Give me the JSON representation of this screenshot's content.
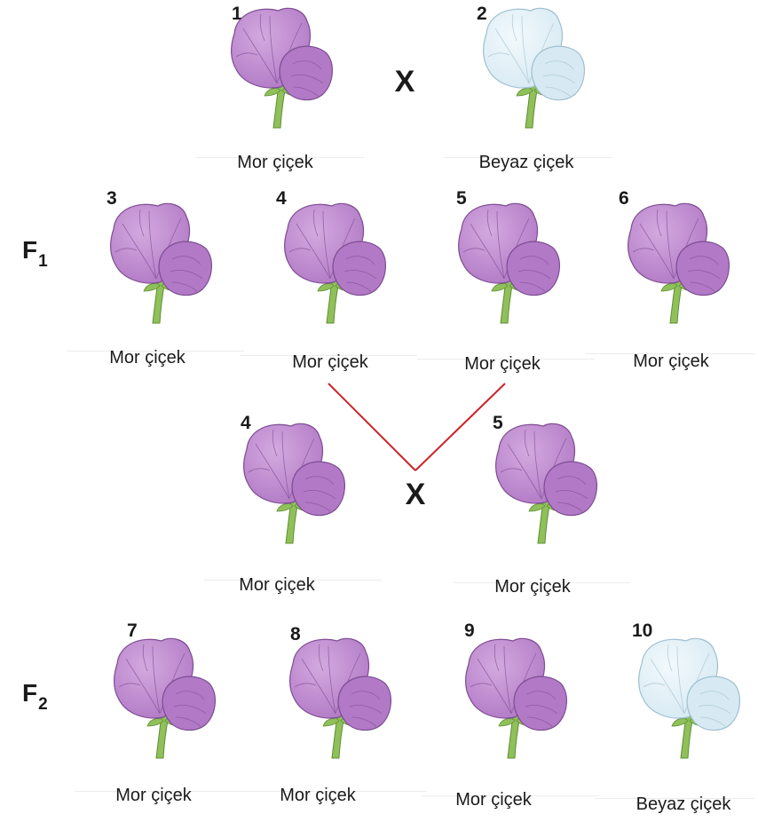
{
  "crosses": {
    "top": "X",
    "middle": "X"
  },
  "generations": [
    {
      "label": "F",
      "sub": "1"
    },
    {
      "label": "F",
      "sub": "2"
    }
  ],
  "plants": [
    {
      "num": "1",
      "caption": "Mor çiçek",
      "color": "purple"
    },
    {
      "num": "2",
      "caption": "Beyaz çiçek",
      "color": "white"
    },
    {
      "num": "3",
      "caption": "Mor çiçek",
      "color": "purple"
    },
    {
      "num": "4",
      "caption": "Mor çiçek",
      "color": "purple"
    },
    {
      "num": "5",
      "caption": "Mor çiçek",
      "color": "purple"
    },
    {
      "num": "6",
      "caption": "Mor çiçek",
      "color": "purple"
    },
    {
      "num": "4",
      "caption": "Mor çiçek",
      "color": "purple"
    },
    {
      "num": "5",
      "caption": "Mor çiçek",
      "color": "purple"
    },
    {
      "num": "7",
      "caption": "Mor çiçek",
      "color": "purple"
    },
    {
      "num": "8",
      "caption": "Mor çiçek",
      "color": "purple"
    },
    {
      "num": "9",
      "caption": "Mor çiçek",
      "color": "purple"
    },
    {
      "num": "10",
      "caption": "Beyaz çiçek",
      "color": "white"
    }
  ],
  "colors": {
    "purple_petal": "#b27ac6",
    "purple_petal_light": "#d3a9df",
    "purple_vein": "#7d4c92",
    "white_petal": "#d7eaf3",
    "white_petal_light": "#f2f9fc",
    "white_vein": "#9fbfcf",
    "stem": "#8fc05a",
    "stem_dark": "#5f8f33",
    "cross_line": "#cc2229"
  }
}
